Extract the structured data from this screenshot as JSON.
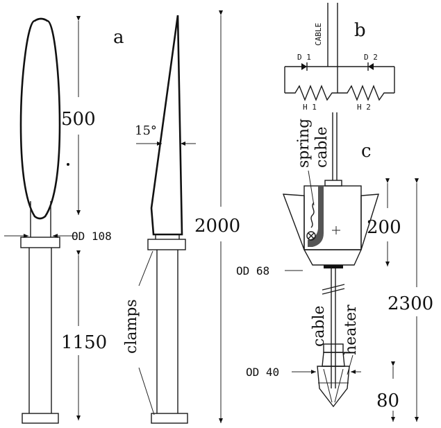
{
  "panels": {
    "a": "a",
    "b": "b",
    "c": "c"
  },
  "dims_a": {
    "top_length": "500",
    "outer_diameter": "OD 108",
    "lower_length": "1150",
    "angle": "15°",
    "total_length": "2000"
  },
  "labels_a": {
    "clamps": "clamps"
  },
  "circuit_b": {
    "cable": "CABLE",
    "d1": "D 1",
    "d2": "D 2",
    "h1": "H 1",
    "h2": "H 2"
  },
  "labels_c": {
    "spring": "spring",
    "cable_top": "cable",
    "cable_mid": "cable",
    "heater": "heater"
  },
  "dims_c": {
    "body_height": "200",
    "od_body": "OD 68",
    "total": "2300",
    "od_tip": "OD 40",
    "tip_height": "80"
  }
}
